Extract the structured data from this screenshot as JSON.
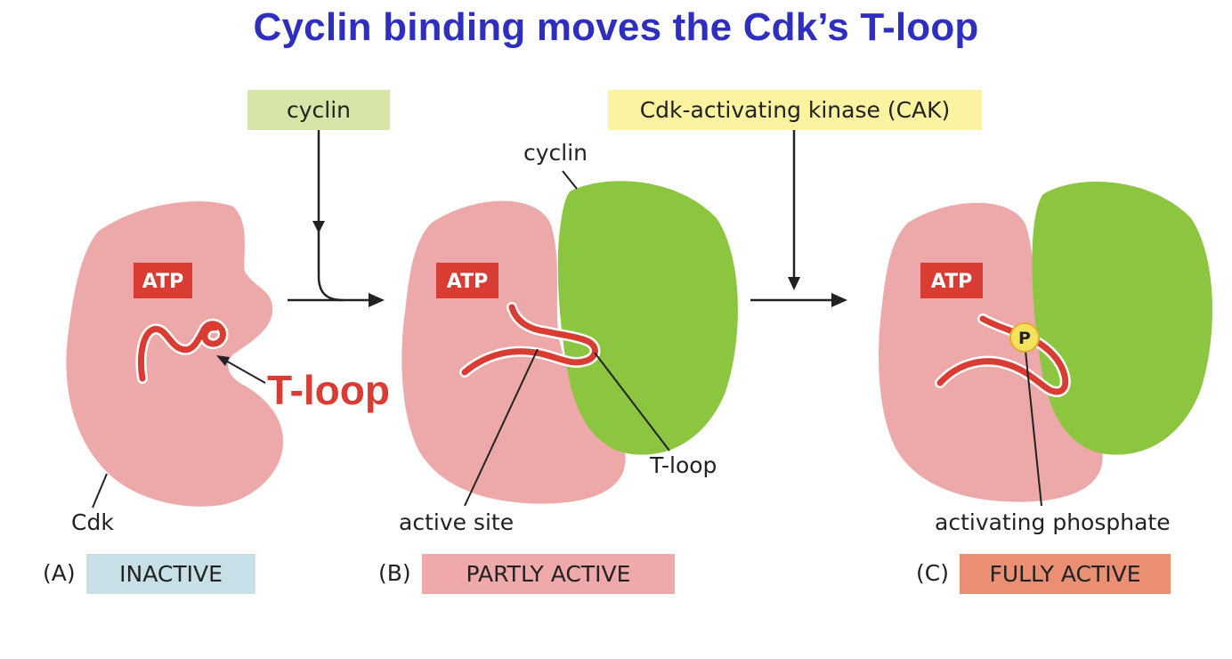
{
  "title": "Cyclin binding moves the Cdk’s T-loop",
  "top_boxes": {
    "cyclin": "cyclin",
    "cak": "Cdk-activating kinase (CAK)"
  },
  "atp_label": "ATP",
  "t_loop_large": "T-loop",
  "labels": {
    "cdk": "Cdk",
    "cyclin_b": "cyclin",
    "active_site": "active site",
    "t_loop_small": "T-loop",
    "activating_phosphate": "activating phosphate",
    "phosphate_symbol": "P"
  },
  "states": [
    {
      "letter": "(A)",
      "status": "INACTIVE"
    },
    {
      "letter": "(B)",
      "status": "PARTLY ACTIVE"
    },
    {
      "letter": "(C)",
      "status": "FULLY ACTIVE"
    }
  ],
  "colors": {
    "title": "#2e2fbf",
    "cdk_body": "#eda9a9",
    "cyclin_body": "#8cc540",
    "atp_box": "#d93c32",
    "t_loop": "#d93c32",
    "cyclin_box": "#d5e6a8",
    "cak_box": "#fbf3a0",
    "inactive_box": "#c7dfe6",
    "partly_active_box": "#efa9aa",
    "fully_active_box": "#ea8e74",
    "phosphate": "#f4e25a"
  }
}
